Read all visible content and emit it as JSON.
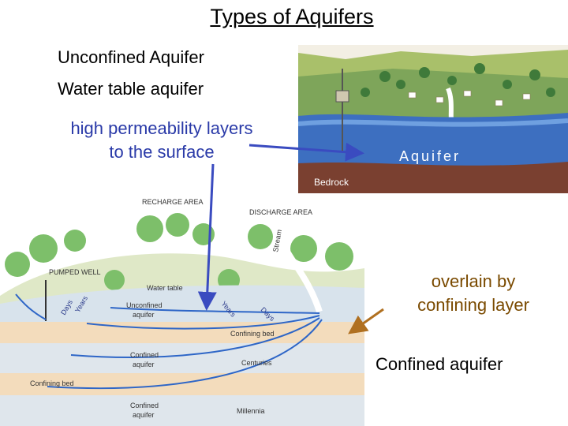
{
  "title": "Types of Aquifers",
  "labels": {
    "unconfined": "Unconfined Aquifer",
    "water_table_aquifer": "Water table aquifer",
    "high_perm_line1": "high permeability layers",
    "high_perm_line2": "to the surface",
    "overlain_line1": "overlain by",
    "overlain_line2": "confining layer",
    "confined": "Confined aquifer"
  },
  "top_illustration": {
    "aquifer_label": "Aquifer",
    "bedrock_label": "Bedrock"
  },
  "cross_section": {
    "recharge_area": "RECHARGE AREA",
    "discharge_area": "DISCHARGE AREA",
    "stream": "Stream",
    "pumped_well": "PUMPED WELL",
    "water_table": "Water table",
    "days_left": "Days",
    "years_left": "Years",
    "unconfined_l1": "Unconfined",
    "unconfined_l2": "aquifer",
    "years_right": "Years",
    "days_right": "Days",
    "confining_bed_1": "Confining bed",
    "confined_l1": "Confined",
    "confined_l2": "aquifer",
    "centuries": "Centuries",
    "confining_bed_2": "Confining bed",
    "confined2_l1": "Confined",
    "confined2_l2": "aquifer",
    "millennia": "Millennia"
  },
  "colors": {
    "arrow_blue": "#3a4bc0",
    "arrow_brown": "#b07020",
    "high_perm_text": "#2a3aa8",
    "overlain_text": "#7a4a00"
  }
}
